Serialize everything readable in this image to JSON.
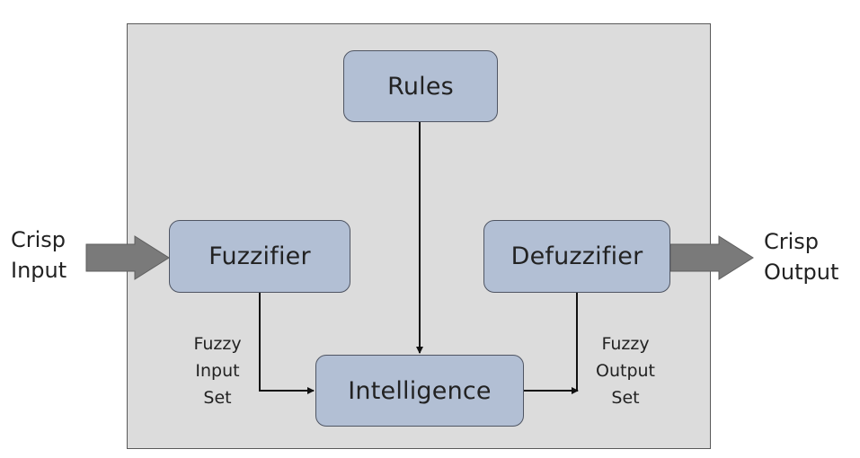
{
  "blocks": {
    "rules": "Rules",
    "fuzzifier": "Fuzzifier",
    "defuzzifier": "Defuzzifier",
    "intelligence": "Intelligence"
  },
  "external": {
    "input_line1": "Crisp",
    "input_line2": "Input",
    "output_line1": "Crisp",
    "output_line2": "Output"
  },
  "sets": {
    "input": [
      "Fuzzy",
      "Input",
      "Set"
    ],
    "output": [
      "Fuzzy",
      "Output",
      "Set"
    ]
  },
  "colors": {
    "frame_fill": "#dcdcdc",
    "block_fill": "#b2bfd4",
    "block_border": "#4f5563",
    "fat_arrow": "#7a7a7a",
    "line": "#111111"
  }
}
